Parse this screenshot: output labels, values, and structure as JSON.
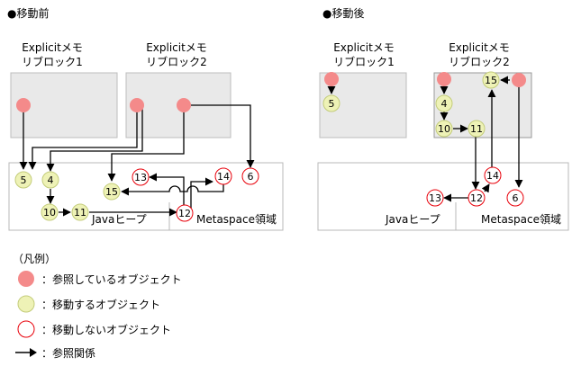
{
  "colors": {
    "referencing_fill": "#f48a8a",
    "moving_fill": "#eef2b6",
    "moving_stroke": "#c3cc7a",
    "non_moving_stroke": "#e8000a",
    "explicit_box_fill": "#e9e9e9",
    "line": "#000000"
  },
  "before": {
    "title": "●移動前",
    "explicit_area_1": {
      "line1": "Explicitメモ",
      "line2": "リブロック1"
    },
    "explicit_area_2": {
      "line1": "Explicitメモ",
      "line2": "リブロック2"
    },
    "java_heap_label": "Javaヒープ",
    "metaspace_label": "Metaspace領域",
    "objects": {
      "o5": "5",
      "o4": "4",
      "o10": "10",
      "o11": "11",
      "o15": "15",
      "o13": "13",
      "o14": "14",
      "o12": "12",
      "o6": "6"
    }
  },
  "after": {
    "title": "●移動後",
    "explicit_area_1": {
      "line1": "Explicitメモ",
      "line2": "リブロック1"
    },
    "explicit_area_2": {
      "line1": "Explicitメモ",
      "line2": "リブロック2"
    },
    "java_heap_label": "Javaヒープ",
    "metaspace_label": "Metaspace領域",
    "objects": {
      "o5": "5",
      "o4": "4",
      "o10": "10",
      "o11": "11",
      "o15": "15",
      "o13": "13",
      "o14": "14",
      "o12": "12",
      "o6": "6"
    }
  },
  "legend": {
    "title": "（凡例）",
    "items": [
      {
        "icon": "filled-red-circle",
        "text": "：参照しているオブジェクト"
      },
      {
        "icon": "filled-yellow-circle",
        "text": "：移動するオブジェクト"
      },
      {
        "icon": "red-outline-circle",
        "text": "：移動しないオブジェクト"
      },
      {
        "icon": "arrow",
        "text": "：参照関係"
      }
    ]
  }
}
